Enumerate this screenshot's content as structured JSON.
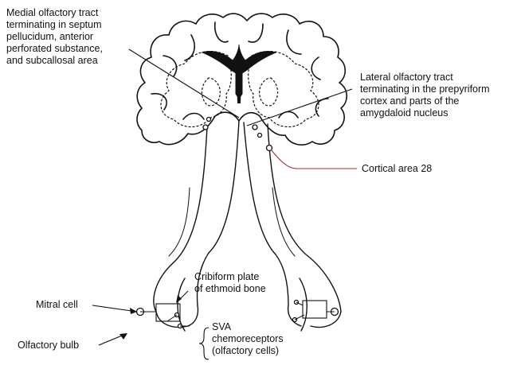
{
  "labels": {
    "medial": [
      "Medial olfactory tract",
      "terminating in septum",
      "pellucidum, anterior",
      "perforated substance,",
      "and subcallosal area"
    ],
    "lateral": [
      "Lateral olfactory tract",
      "terminating in the prepyriform",
      "cortex and parts of the",
      "amygdaloid nucleus"
    ],
    "cortical": "Cortical area 28",
    "cribriform": [
      "Cribiform plate",
      "of ethmoid bone"
    ],
    "mitral": "Mitral cell",
    "bulb": "Olfactory bulb",
    "sva": [
      "SVA",
      "chemoreceptors",
      "(olfactory cells)"
    ]
  },
  "colors": {
    "ink": "#111111",
    "leader_red": "#a33030"
  }
}
